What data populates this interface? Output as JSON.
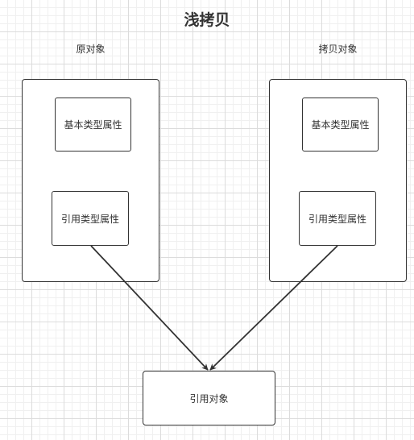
{
  "title": "浅拷贝",
  "left_object": {
    "label": "原对象",
    "primitive_prop": "基本类型属性",
    "reference_prop": "引用类型属性"
  },
  "right_object": {
    "label": "拷贝对象",
    "primitive_prop": "基本类型属性",
    "reference_prop": "引用类型属性"
  },
  "referenced_object": {
    "label": "引用对象"
  },
  "colors": {
    "stroke": "#333333",
    "grid": "#dcdcdc"
  }
}
